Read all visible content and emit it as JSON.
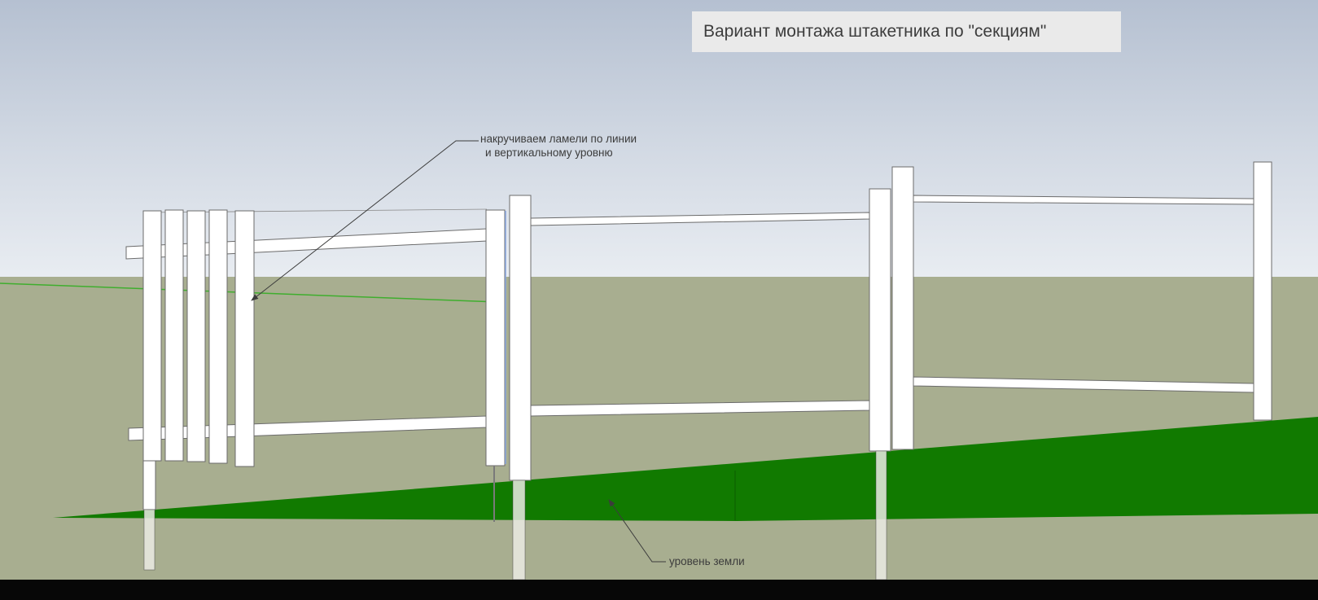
{
  "title": {
    "text": "Вариант монтажа штакетника по \"секциям\""
  },
  "annotations": {
    "lamellas": {
      "line1": "накручиваем ламели по линии",
      "line2": "и вертикальному уровню"
    },
    "ground": {
      "text": "уровень земли"
    }
  },
  "scene": {
    "description_names": [
      "sky",
      "ground",
      "ground-slope",
      "fence-section-1-with-pickets",
      "fence-section-2-frame",
      "fence-section-3-frame",
      "buried-post-parts",
      "string-line"
    ],
    "fence_sections": 3,
    "picket_count": 5
  },
  "palette": {
    "sky_top": "#b5c0d1",
    "sky_horizon": "#e9edf2",
    "ground": "#a8ae90",
    "slope_green": "#117a00",
    "fence_white": "#ffffff",
    "outline_gray": "#6b6b6b",
    "string_line_green": "#3fae2e",
    "leader_line": "#3c3c3c",
    "title_background": "#eaeaea",
    "title_text": "#3d3d3d",
    "bottom_bar": "#070707"
  }
}
